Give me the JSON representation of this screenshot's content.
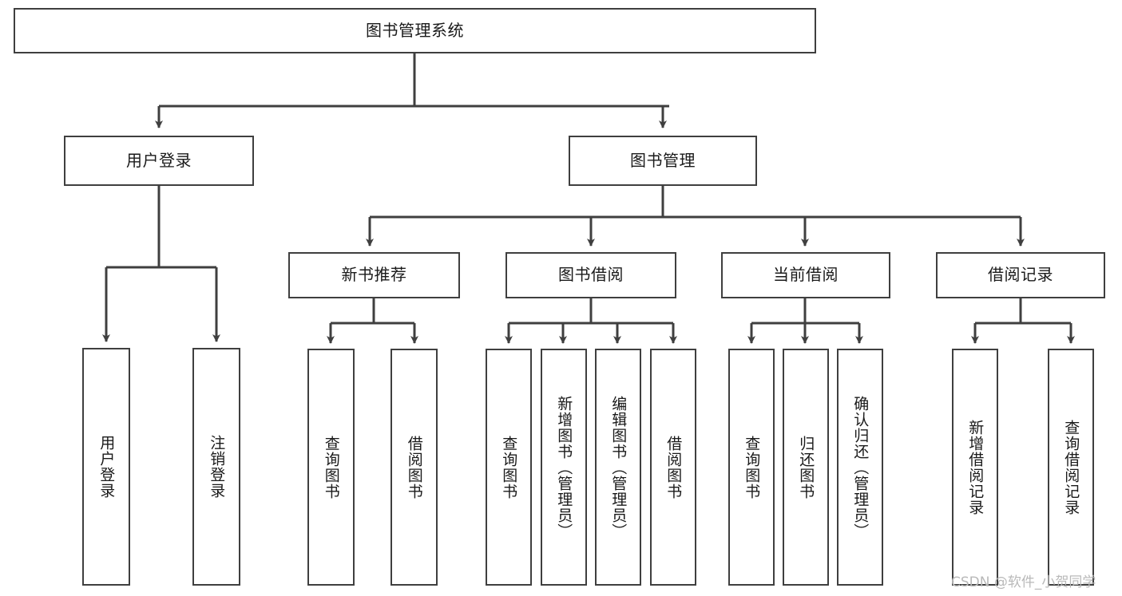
{
  "diagram": {
    "title": "图书管理系统",
    "type": "tree-hierarchy-chart",
    "background_color": "#ffffff",
    "line_color": "#3f3f3f",
    "text_color": "#1a1a1a"
  },
  "nodes": {
    "root": {
      "label": "图书管理系统"
    },
    "level1": [
      {
        "label": "用户登录"
      },
      {
        "label": "图书管理"
      }
    ],
    "level2": [
      {
        "label": "新书推荐"
      },
      {
        "label": "图书借阅"
      },
      {
        "label": "当前借阅"
      },
      {
        "label": "借阅记录"
      }
    ],
    "leaves": {
      "user_login": [
        {
          "label": "用户登录"
        },
        {
          "label": "注销登录"
        }
      ],
      "new_book_recommend": [
        {
          "label": "查询图书"
        },
        {
          "label": "借阅图书"
        }
      ],
      "book_borrow": [
        {
          "label": "查询图书"
        },
        {
          "label": "新增图书（管理员）"
        },
        {
          "label": "编辑图书（管理员）"
        },
        {
          "label": "借阅图书"
        }
      ],
      "current_borrow": [
        {
          "label": "查询图书"
        },
        {
          "label": "归还图书"
        },
        {
          "label": "确认归还（管理员）"
        }
      ],
      "borrow_record": [
        {
          "label": "新增借阅记录"
        },
        {
          "label": "查询借阅记录"
        }
      ]
    }
  },
  "watermark": {
    "text": "CSDN @软件_小贺同学"
  }
}
